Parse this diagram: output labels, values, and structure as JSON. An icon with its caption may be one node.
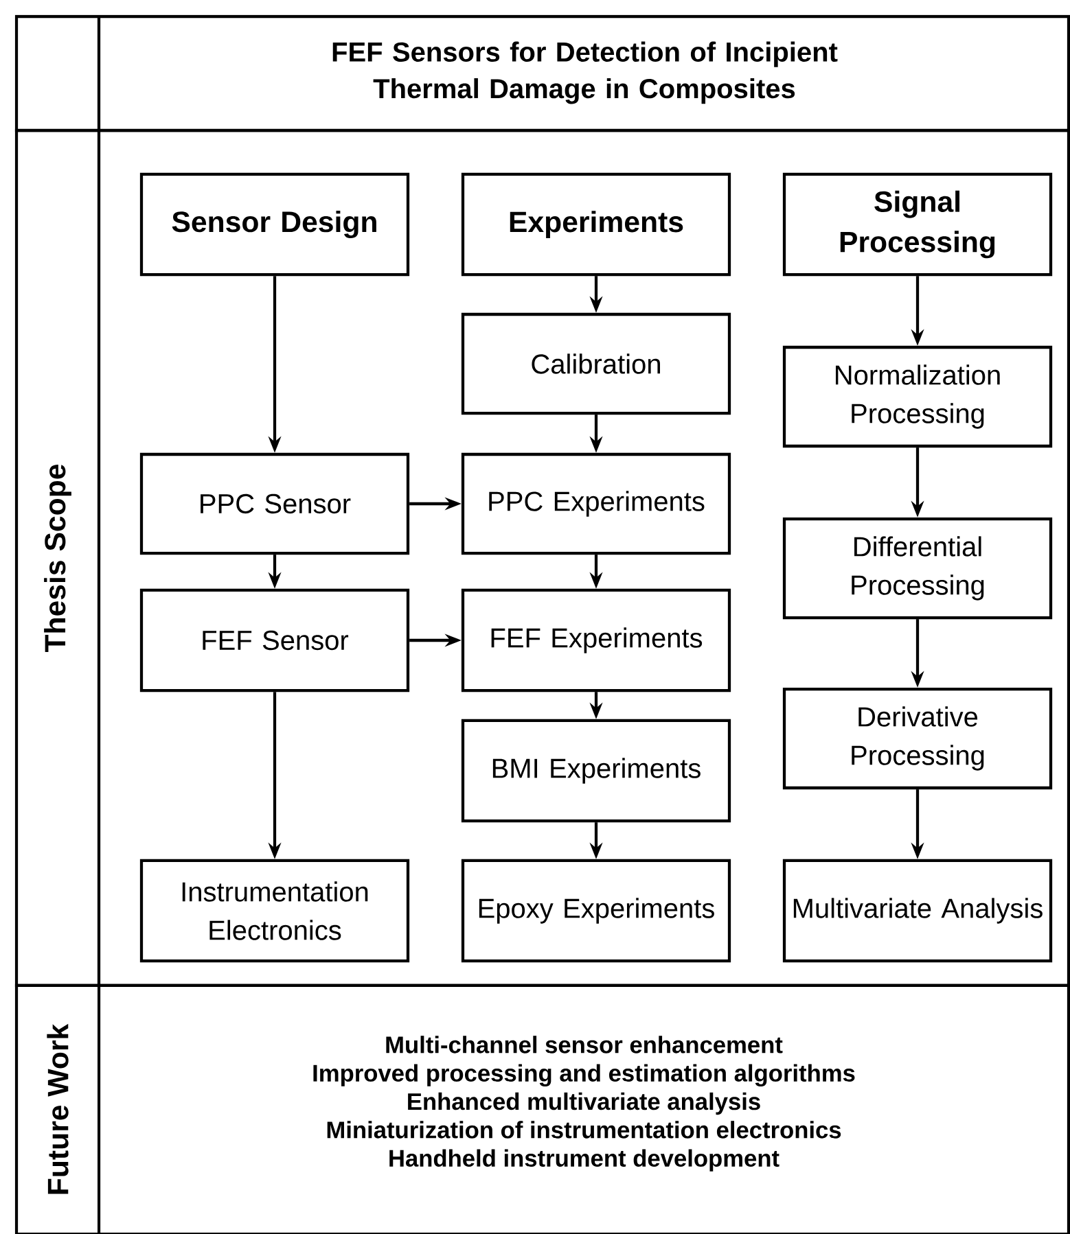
{
  "diagram": {
    "title": "FEF Sensors for Detection of Incipient Thermal Damage in Composites",
    "nodes": [
      {
        "text": [
          "Thesis Scope"
        ]
      },
      {
        "text": [
          "Sensor Design"
        ],
        "in": 0
      },
      {
        "text": [
          "Experiments"
        ],
        "in": 0
      },
      {
        "text": [
          "Signal Processing"
        ],
        "in": 0
      },
      {
        "text": [
          "Calibration"
        ],
        "in": 0
      },
      {
        "text": [
          "Normalization Processing"
        ],
        "in": 0
      },
      {
        "text": [
          "PPC Sensor"
        ],
        "in": 0
      },
      {
        "text": [
          "PPC Experiments"
        ],
        "in": 0
      },
      {
        "text": [
          "Differential Processing"
        ],
        "in": 0
      },
      {
        "text": [
          "FEF Sensor"
        ],
        "in": 0
      },
      {
        "text": [
          "FEF Experiments"
        ],
        "in": 0
      },
      {
        "text": [
          "Derivative Processing"
        ],
        "in": 0
      },
      {
        "text": [
          "BMI Experiments"
        ],
        "in": 0
      },
      {
        "text": [
          "Instrumentation Electronics"
        ],
        "in": 0
      },
      {
        "text": [
          "Epoxy Experiments"
        ],
        "in": 0
      },
      {
        "text": [
          "Multivariate Analysis"
        ],
        "in": 0
      },
      {
        "text": [
          "Future Work",
          "Multi-channel sensor enhancement",
          "Improved processing and estimation algorithms",
          "Enhanced multivariate analysis",
          "Miniaturization of instrumentation electronics",
          "Handheld instrument development"
        ]
      }
    ],
    "edges": [
      {
        "from": 1,
        "to": 6,
        "arrow": "to"
      },
      {
        "from": 6,
        "to": 9,
        "arrow": "to"
      },
      {
        "from": 9,
        "to": 13,
        "arrow": "to"
      },
      {
        "from": 6,
        "to": 7,
        "arrow": "to"
      },
      {
        "from": 9,
        "to": 10,
        "arrow": "to"
      },
      {
        "from": 2,
        "to": 4,
        "arrow": "to"
      },
      {
        "from": 4,
        "to": 7,
        "arrow": "to"
      },
      {
        "from": 7,
        "to": 10,
        "arrow": "to"
      },
      {
        "from": 10,
        "to": 12,
        "arrow": "to"
      },
      {
        "from": 12,
        "to": 14,
        "arrow": "to"
      },
      {
        "from": 3,
        "to": 5,
        "arrow": "to"
      },
      {
        "from": 5,
        "to": 8,
        "arrow": "to"
      },
      {
        "from": 8,
        "to": 11,
        "arrow": "to"
      },
      {
        "from": 11,
        "to": 15,
        "arrow": "to"
      }
    ]
  }
}
